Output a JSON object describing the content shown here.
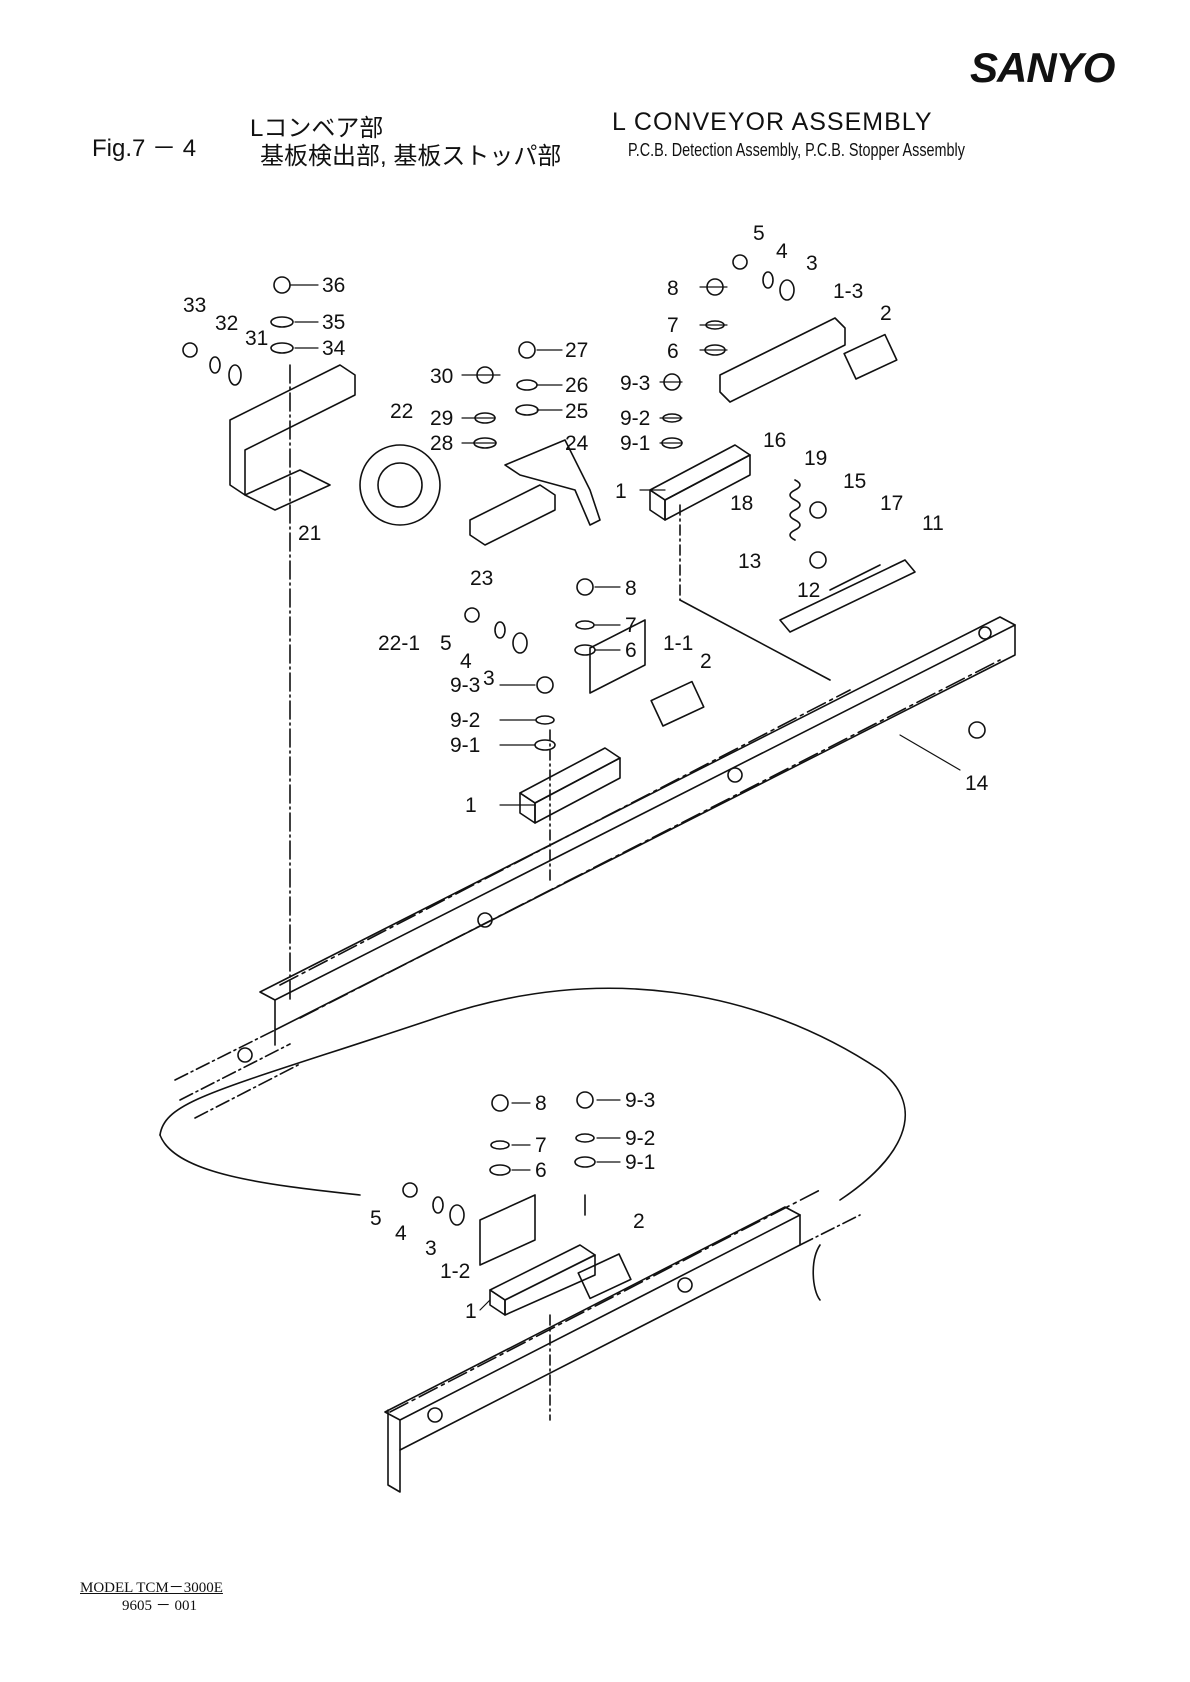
{
  "header": {
    "brand": "SANYO",
    "figure": "Fig.7 － 4",
    "title_jp": "Lコンベア部",
    "subtitle_jp": "基板検出部, 基板ストッパ部",
    "title_en": "L  CONVEYOR  ASSEMBLY",
    "subtitle_en": "P.C.B. Detection Assembly, P.C.B. Stopper Assembly"
  },
  "footer": {
    "model": "MODEL  TCM－3000E",
    "doc_number": "9605 － 001"
  },
  "callouts": [
    "36",
    "35",
    "34",
    "33",
    "32",
    "31",
    "30",
    "29",
    "28",
    "27",
    "26",
    "25",
    "24",
    "23",
    "22",
    "22-1",
    "21",
    "5",
    "4",
    "3",
    "8",
    "7",
    "6",
    "1-3",
    "2",
    "9-3",
    "9-2",
    "9-1",
    "1",
    "16",
    "19",
    "15",
    "18",
    "17",
    "11",
    "13",
    "12",
    "14",
    "8",
    "7",
    "6",
    "1-1",
    "2",
    "5",
    "4",
    "3",
    "9-3",
    "9-2",
    "9-1",
    "1",
    "8",
    "7",
    "6",
    "9-3",
    "9-2",
    "9-1",
    "5",
    "4",
    "3",
    "2",
    "1-2",
    "1"
  ]
}
